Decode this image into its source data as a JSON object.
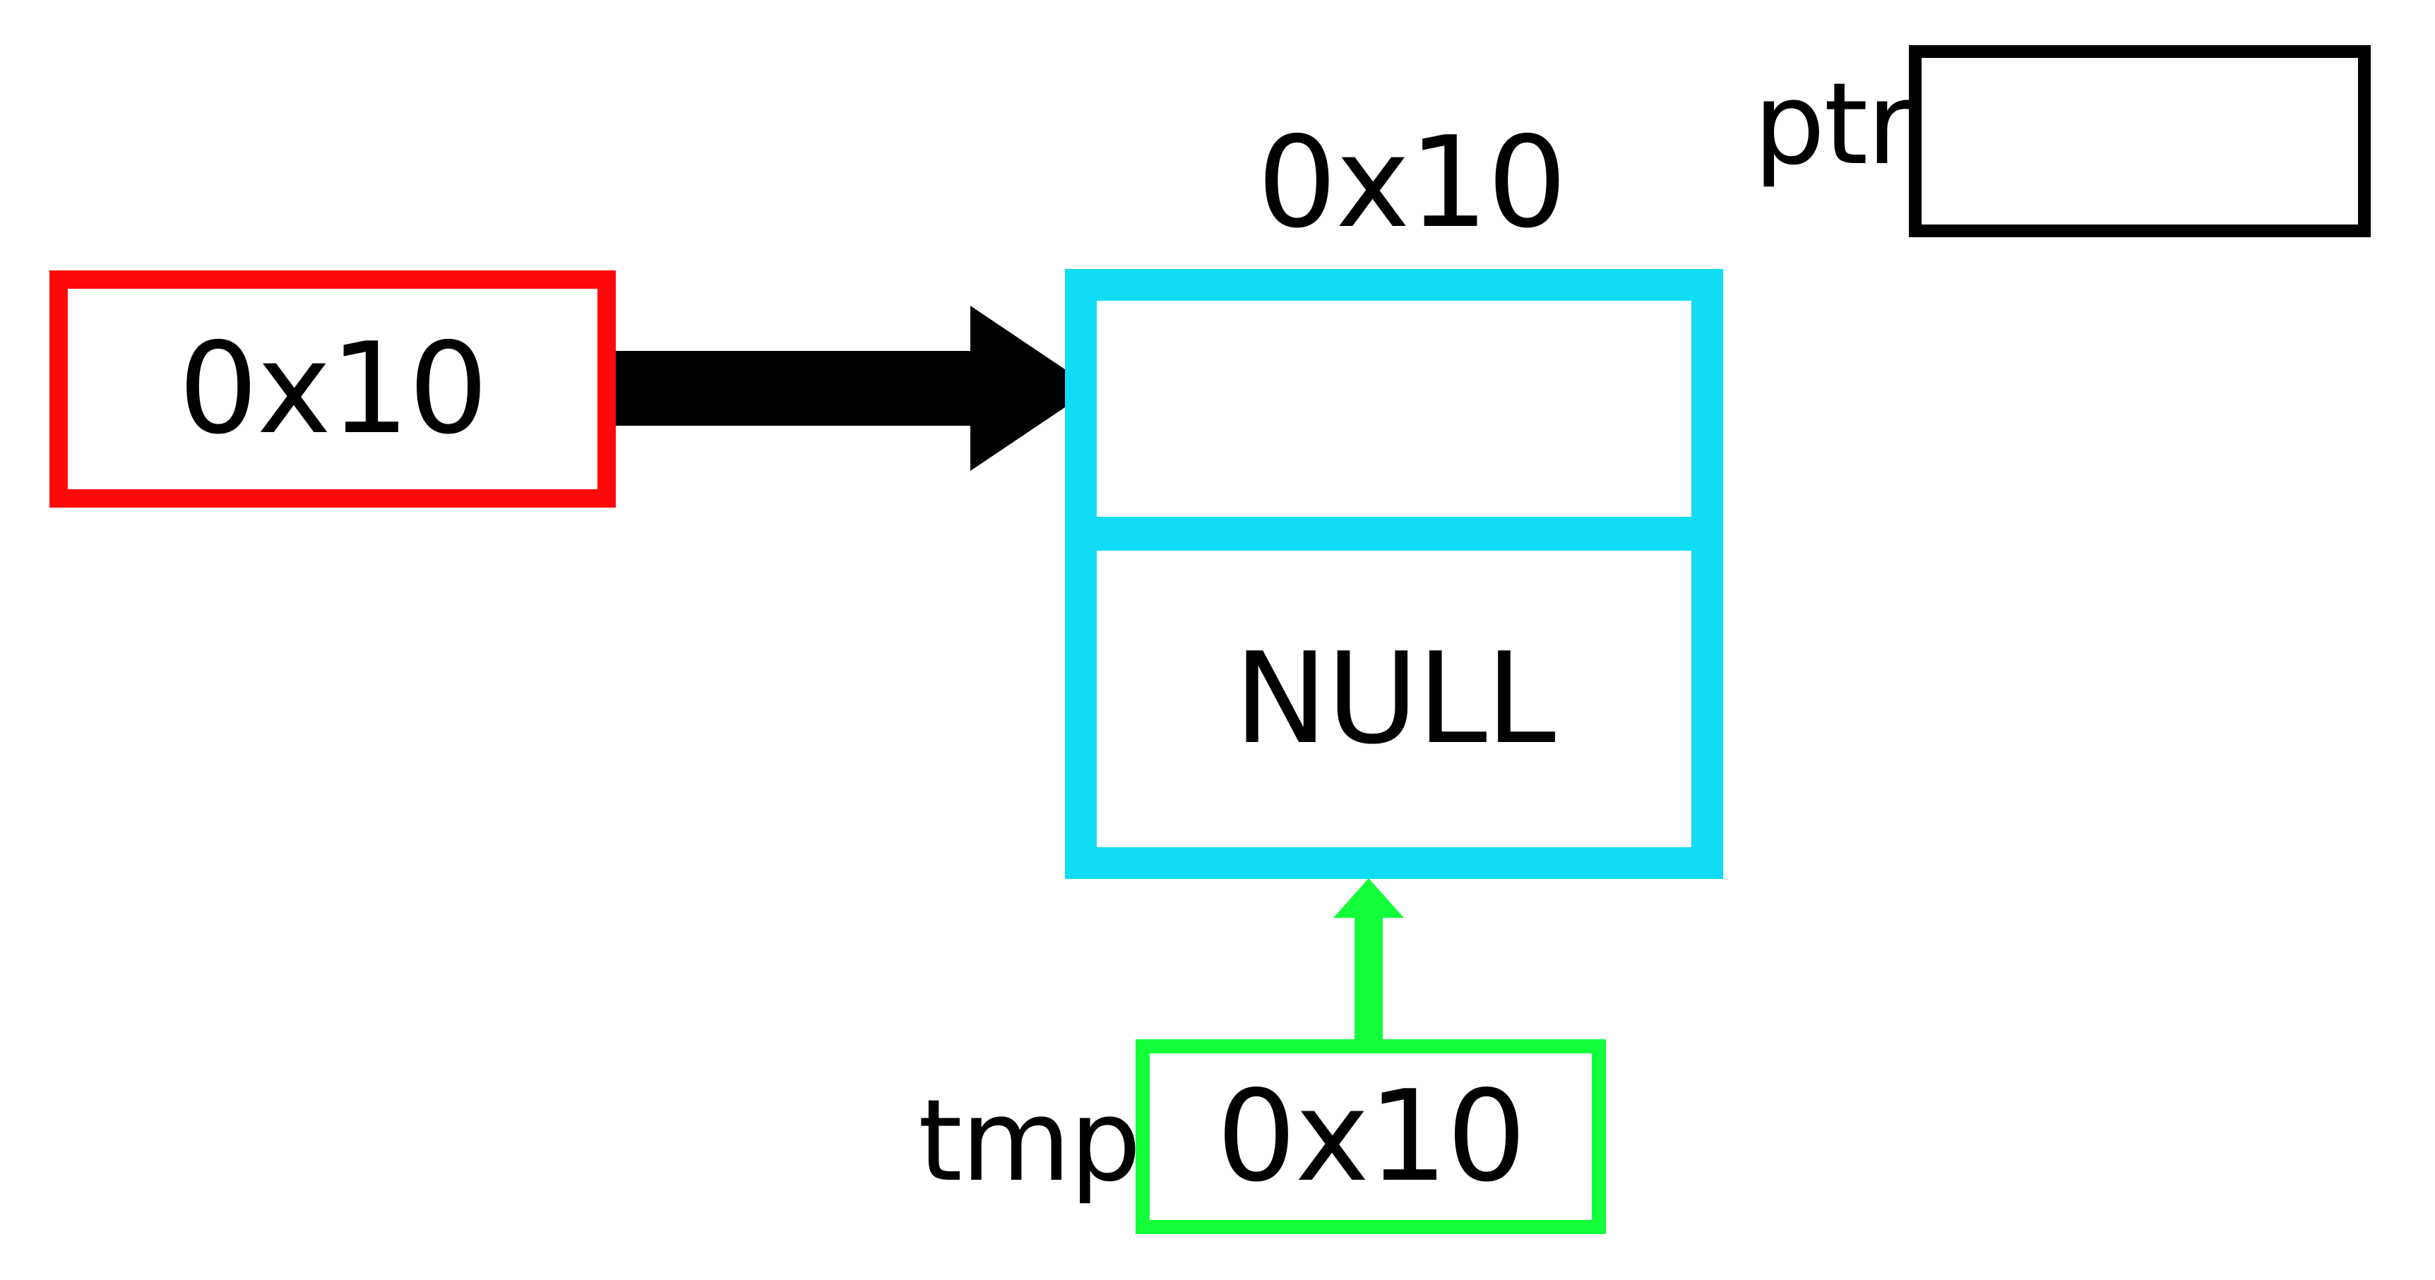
{
  "pointer_box": {
    "value": "0x10",
    "color": "#ff0a0a"
  },
  "node": {
    "address": "0x10",
    "data_value": "",
    "next_value": "NULL",
    "color": "#10dcf5"
  },
  "ptr": {
    "label": "ptr",
    "value": ""
  },
  "tmp": {
    "label": "tmp",
    "value": "0x10",
    "color": "#12ff3a"
  },
  "arrows": [
    {
      "name": "pointer-to-node",
      "color": "#000000"
    },
    {
      "name": "tmp-to-node",
      "color": "#12ff3a"
    }
  ]
}
